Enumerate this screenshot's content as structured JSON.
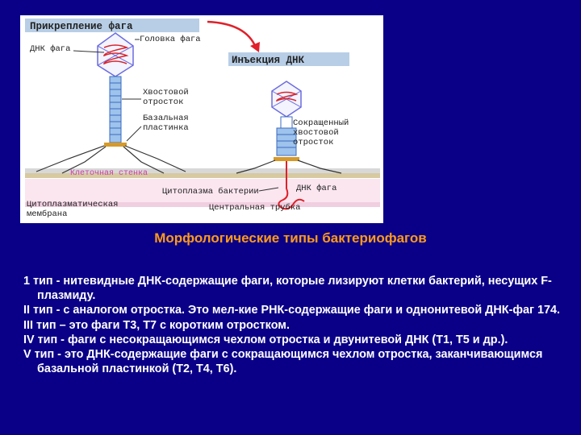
{
  "figure": {
    "label_attachment": "Прикрепление фага",
    "label_head": "Головка фага",
    "label_dna": "ДНК фага",
    "label_tail": "Хвостовой отросток",
    "label_base": "Базальная пластинка",
    "label_injection": "Инъекция ДНК",
    "label_contracted": "Сокращенный хвостовой отросток",
    "label_wall": "Клеточная стенка",
    "label_cytoplasm": "Цитоплазма бактерии",
    "label_dna2": "ДНК фага",
    "label_membrane": "Цитоплазматическая мембрана",
    "label_tube": "Центральная трубка"
  },
  "title": "Морфологические типы бактериофагов",
  "paragraphs": [
    "1 тип - нитевидные ДНК-содержащие фаги, которые лизируют клетки бактерий, несущих F-плазмиду.",
    "II тип - с аналогом отростка. Это мел-кие РНК-содержащие фаги и однонитевой ДНК-фаг 174.",
    "III тип – это фаги Т3, Т7 с коротким отростком.",
    "IV тип - фаги с несокращающимся чехлом отростка и двунитевой ДНК (Т1, Т5 и др.).",
    "V тип - это ДНК-содержащие фаги с сокращающимся чехлом отростка, заканчивающимся базальной пластинкой (Т2, Т4, Т6)."
  ]
}
